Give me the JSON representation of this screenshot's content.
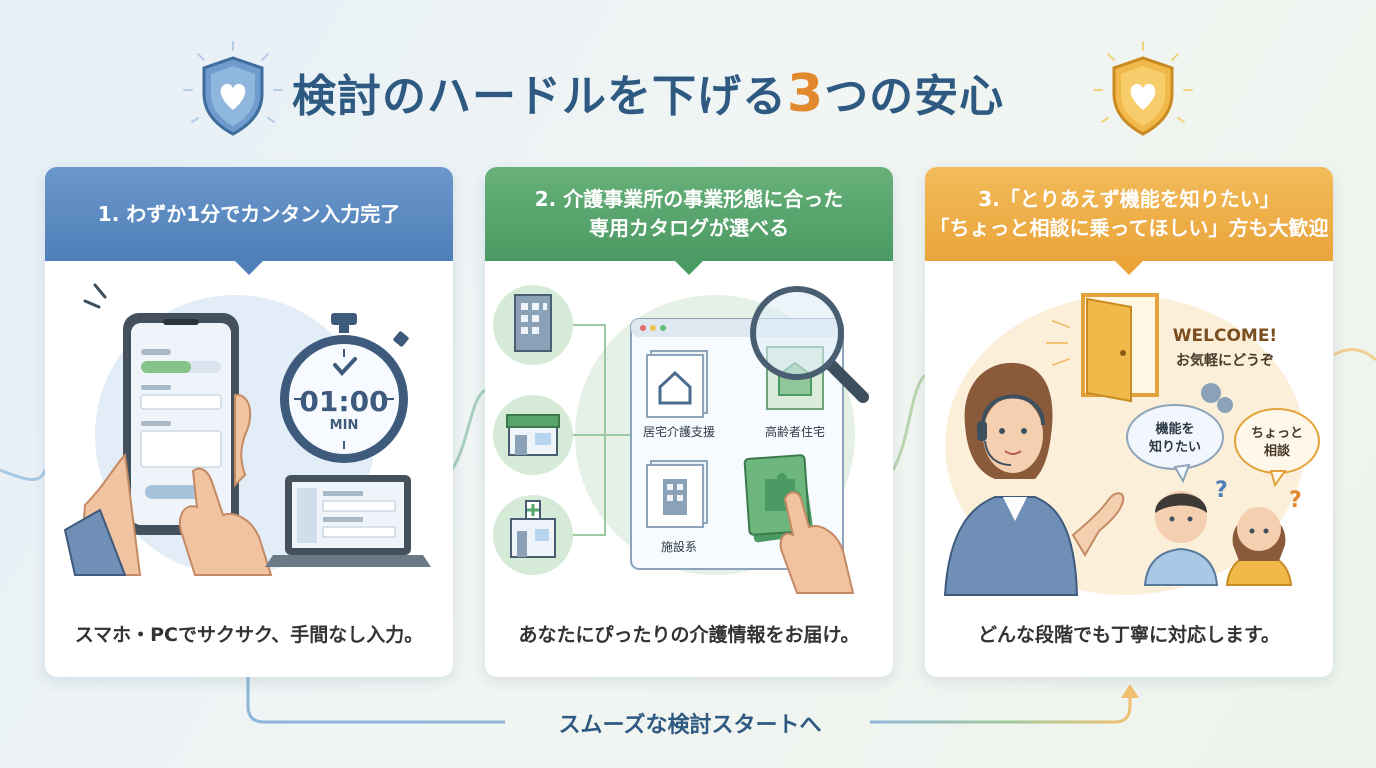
{
  "header": {
    "title_main": "検討のハードルを下げる",
    "title_number": "3",
    "title_tail": "つの安心"
  },
  "cards": [
    {
      "heading_line1": "1. わずか1分でカンタン入力完了",
      "heading_line2": "",
      "timer": "01:00",
      "timer_unit": "MIN",
      "caption": "スマホ・PCでサクサク、手間なし入力。"
    },
    {
      "heading_line1": "2. 介護事業所の事業形態に合った",
      "heading_line2": "専用カタログが選べる",
      "catalog_items": [
        "居宅介護支援",
        "高齢者住宅",
        "施設系"
      ],
      "caption": "あなたにぴったりの介護情報をお届け。"
    },
    {
      "heading_line1": "3.「とりあえず機能を知りたい」",
      "heading_line2": "「ちょっと相談に乗ってほしい」方も大歓迎",
      "welcome": "WELCOME!",
      "welcome_sub": "お気軽にどうぞ",
      "bubble_left_line1": "機能を",
      "bubble_left_line2": "知りたい",
      "bubble_right_line1": "ちょっと",
      "bubble_right_line2": "相談",
      "caption": "どんな段階でも丁寧に対応します。"
    }
  ],
  "footer": {
    "flow_label": "スムーズな検討スタートへ"
  },
  "colors": {
    "blue": "#4f7fb8",
    "green": "#4c9a63",
    "orange": "#eaa43a",
    "title": "#2e5a82",
    "accent": "#e2892e"
  }
}
